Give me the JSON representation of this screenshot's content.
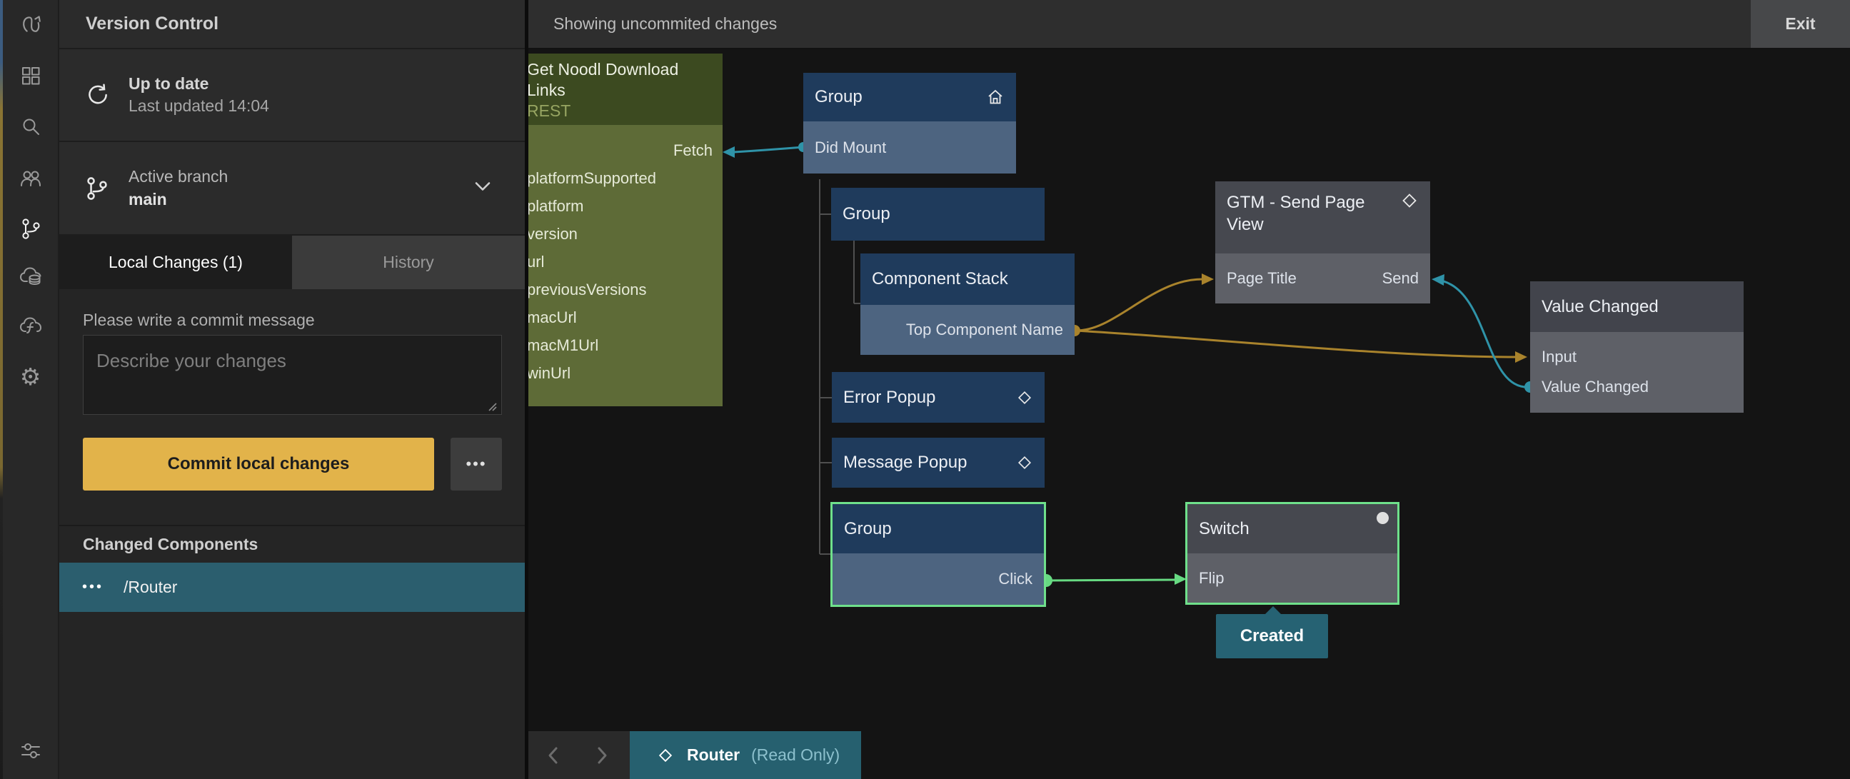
{
  "colors": {
    "accent_yellow": "#e2b34a",
    "selection_green": "#6fe08b",
    "connection_green": "#67da82",
    "connection_teal": "#2f93a8",
    "connection_orange": "#a9832c",
    "node_blue_header": "#1f3b5c",
    "node_blue_port_row": "#4d6480",
    "node_gray_header": "#46484f",
    "node_gray_port_row": "#5e6067",
    "rest_green_header": "#3c4a20",
    "rest_green_body": "#5e6b37",
    "teal_highlight": "#2b5e6e"
  },
  "rail": {
    "icons": [
      "noodl-logo",
      "grid",
      "search",
      "users",
      "git-branch",
      "cloud-database",
      "cloud-functions",
      "settings-gear",
      "filter-sliders"
    ],
    "gear_glyph": "⚙"
  },
  "panel": {
    "title": "Version Control",
    "sync": {
      "title": "Up to date",
      "subtitle": "Last updated 14:04"
    },
    "branch": {
      "label": "Active branch",
      "name": "main"
    },
    "tabs": {
      "local": "Local Changes (1)",
      "history": "History"
    },
    "commit": {
      "prompt": "Please write a commit message",
      "placeholder": "Describe your changes",
      "commit_button": "Commit local changes",
      "more_button": "•••"
    },
    "changed_components": {
      "heading": "Changed Components",
      "items": [
        {
          "menu": "•••",
          "name": "/Router"
        }
      ]
    }
  },
  "topbar": {
    "status": "Showing uncommited changes",
    "exit_button": "Exit"
  },
  "canvas": {
    "nodes": {
      "rest": {
        "title": "Get Noodl Download Links",
        "subtitle": "REST",
        "input_port": "Fetch",
        "outputs": [
          "platformSupported",
          "platform",
          "version",
          "url",
          "previousVersions",
          "macUrl",
          "macM1Url",
          "winUrl"
        ]
      },
      "group_home": {
        "title": "Group",
        "port": "Did Mount"
      },
      "group_child": {
        "title": "Group"
      },
      "component_stack": {
        "title": "Component Stack",
        "port": "Top Component Name"
      },
      "gtm": {
        "title": "GTM - Send Page View",
        "input_port": "Page Title",
        "signal_port": "Send"
      },
      "value_changed": {
        "title": "Value Changed",
        "input_port": "Input",
        "output_port": "Value Changed"
      },
      "error_popup": {
        "title": "Error Popup"
      },
      "message_popup": {
        "title": "Message Popup"
      },
      "group_click": {
        "title": "Group",
        "port": "Click"
      },
      "switch": {
        "title": "Switch",
        "port": "Flip"
      },
      "created_badge": "Created"
    },
    "footer": {
      "tab": "Router",
      "readonly_label": "(Read Only)"
    }
  }
}
